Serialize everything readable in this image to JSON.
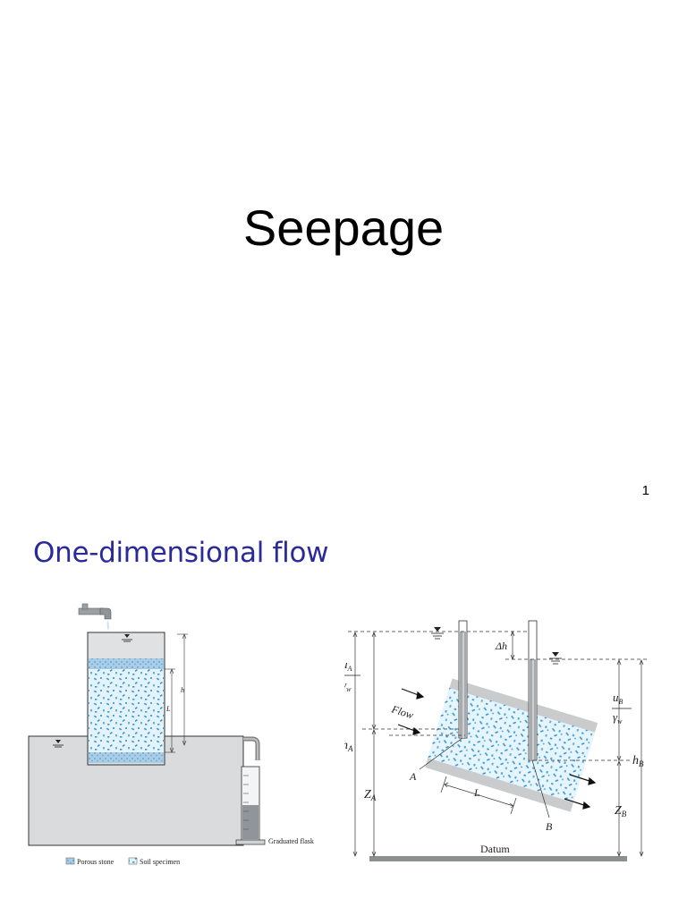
{
  "slide1": {
    "title": "Seepage",
    "page_number": "1"
  },
  "slide2": {
    "title": "One-dimensional flow",
    "left_figure": {
      "labels": {
        "h": "h",
        "L": "L",
        "flask": "Graduated flask"
      },
      "legend": [
        {
          "label": "Porous stone",
          "color": "#7fb4d8"
        },
        {
          "label": "Soil specimen",
          "color": "#bfe0f2"
        }
      ]
    },
    "right_figure": {
      "labels": {
        "uA": "u",
        "uA_sub": "A",
        "gamma": "γ",
        "gamma_sub": "w",
        "uB": "u",
        "uB_sub": "B",
        "hA": "h",
        "hA_sub": "A",
        "hB": "h",
        "hB_sub": "B",
        "zA": "Z",
        "zA_sub": "A",
        "zB": "Z",
        "zB_sub": "B",
        "dh": "Δh",
        "flow": "Flow",
        "A": "A",
        "B": "B",
        "L": "L",
        "datum": "Datum"
      }
    }
  }
}
